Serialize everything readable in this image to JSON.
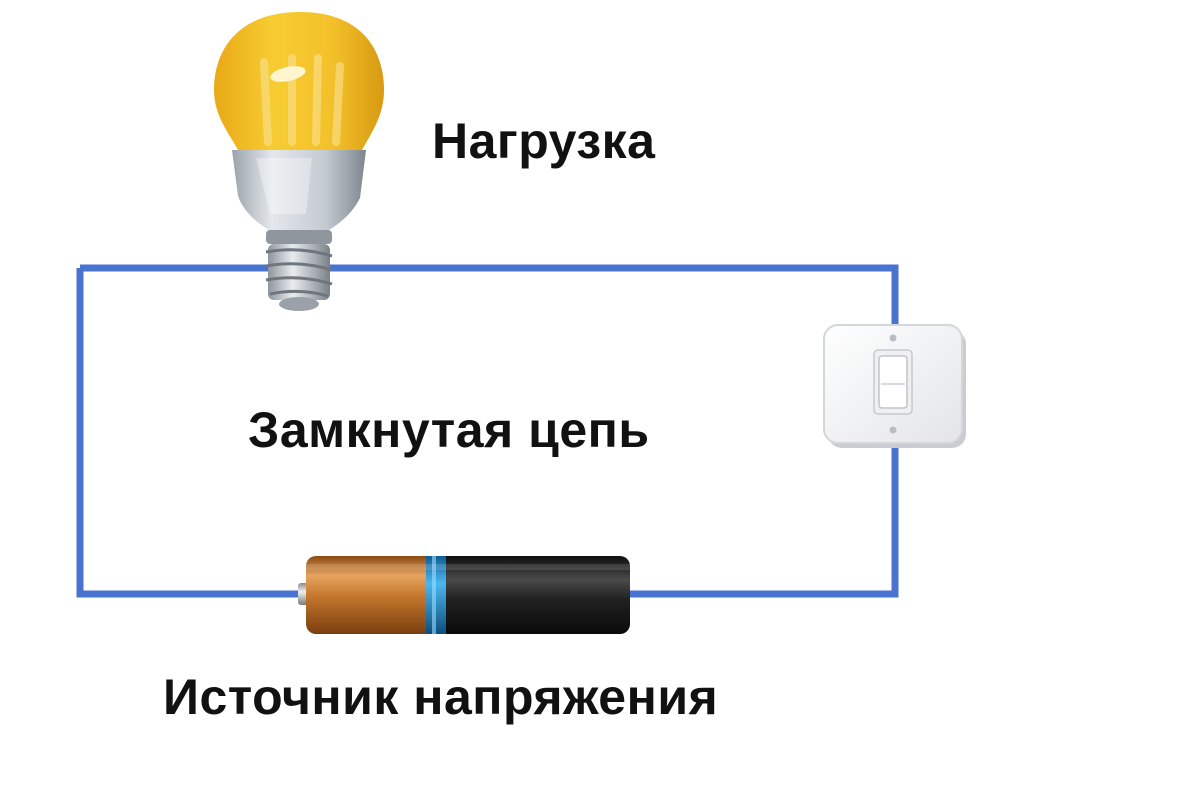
{
  "labels": {
    "load": "Нагрузка",
    "closed_circuit": "Замкнутая цепь",
    "voltage_source": "Источник напряжения"
  },
  "colors": {
    "wire": "#4A72D0",
    "bulb_glass": "#F5C62B",
    "battery_copper": "#C8762B",
    "battery_black": "#1E1E1E",
    "battery_band": "#2A9BDB",
    "text": "#111111",
    "background": "#FFFFFF"
  },
  "icons": {
    "bulb": "light-bulb-icon",
    "switch": "light-switch-icon",
    "battery": "battery-icon"
  }
}
